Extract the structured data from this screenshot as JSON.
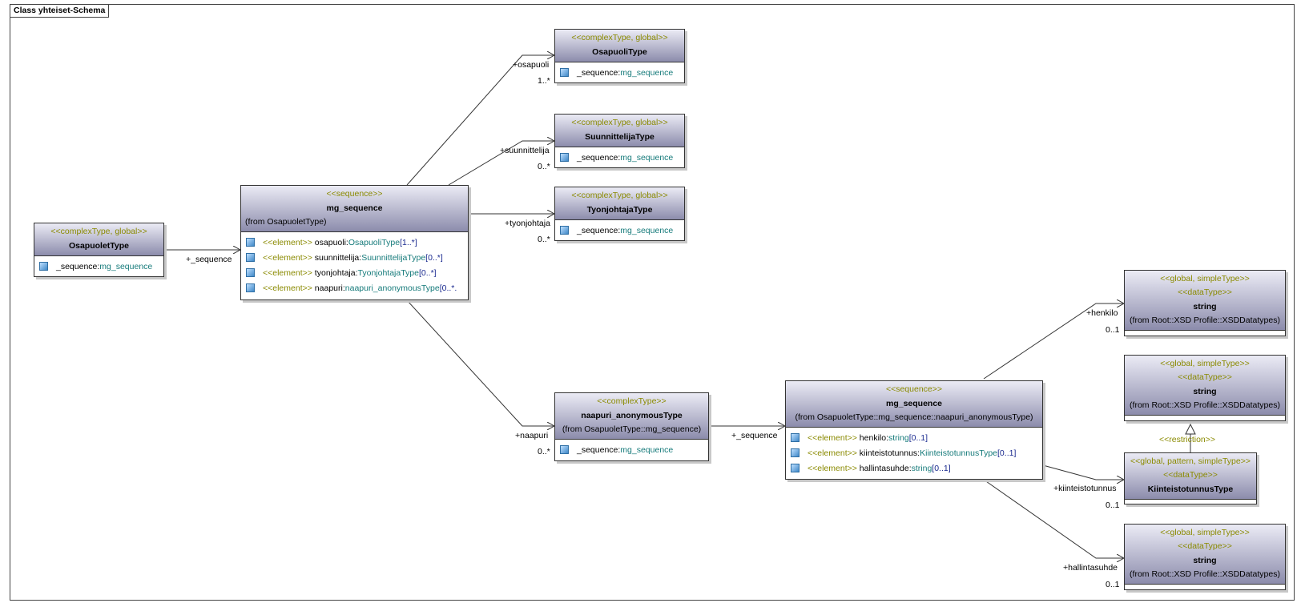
{
  "frame": {
    "title": "Class yhteiset-Schema"
  },
  "classes": {
    "osapuolet": {
      "stereotype": "<<complexType, global>>",
      "name": "OsapuoletType",
      "attrs": [
        {
          "pre": "_sequence:",
          "type": "mg_sequence"
        }
      ]
    },
    "mg_sequence_1": {
      "stereotype": "<<sequence>>",
      "name": "mg_sequence",
      "from": "(from OsapuoletType)",
      "attrs": [
        {
          "st": "<<element>>",
          "pre": " osapuoli:",
          "type": "OsapuoliType",
          "mult": "[1..*]"
        },
        {
          "st": "<<element>>",
          "pre": " suunnittelija:",
          "type": "SuunnittelijaType",
          "mult": "[0..*]"
        },
        {
          "st": "<<element>>",
          "pre": " tyonjohtaja:",
          "type": "TyonjohtajaType",
          "mult": "[0..*]"
        },
        {
          "st": "<<element>>",
          "pre": " naapuri:",
          "type": "naapuri_anonymousType",
          "mult": "[0..*."
        }
      ]
    },
    "osapuoli": {
      "stereotype": "<<complexType, global>>",
      "name": "OsapuoliType",
      "attrs": [
        {
          "pre": "_sequence:",
          "type": "mg_sequence"
        }
      ]
    },
    "suunnittelija": {
      "stereotype": "<<complexType, global>>",
      "name": "SuunnittelijaType",
      "attrs": [
        {
          "pre": "_sequence:",
          "type": "mg_sequence"
        }
      ]
    },
    "tyonjohtaja": {
      "stereotype": "<<complexType, global>>",
      "name": "TyonjohtajaType",
      "attrs": [
        {
          "pre": "_sequence:",
          "type": "mg_sequence"
        }
      ]
    },
    "naapuri": {
      "stereotype": "<<complexType>>",
      "name": "naapuri_anonymousType",
      "from": "(from OsapuoletType::mg_sequence)",
      "attrs": [
        {
          "pre": "_sequence:",
          "type": "mg_sequence"
        }
      ]
    },
    "mg_sequence_2": {
      "stereotype": "<<sequence>>",
      "name": "mg_sequence",
      "from": "(from OsapuoletType::mg_sequence::naapuri_anonymousType)",
      "attrs": [
        {
          "st": "<<element>>",
          "pre": " henkilo:",
          "type": "string",
          "mult": "[0..1]"
        },
        {
          "st": "<<element>>",
          "pre": " kiinteistotunnus:",
          "type": "KiinteistotunnusType",
          "mult": "[0..1]"
        },
        {
          "st": "<<element>>",
          "pre": " hallintasuhde:",
          "type": "string",
          "mult": "[0..1]"
        }
      ]
    },
    "string_1": {
      "stereotype": "<<global, simpleType>>",
      "stereotype2": "<<dataType>>",
      "name": "string",
      "from": "(from Root::XSD Profile::XSDDatatypes)"
    },
    "string_2": {
      "stereotype": "<<global, simpleType>>",
      "stereotype2": "<<dataType>>",
      "name": "string",
      "from": "(from Root::XSD Profile::XSDDatatypes)"
    },
    "kiinteisto": {
      "stereotype": "<<global, pattern, simpleType>>",
      "stereotype2": "<<dataType>>",
      "name": "KiinteistotunnusType"
    },
    "string_3": {
      "stereotype": "<<global, simpleType>>",
      "stereotype2": "<<dataType>>",
      "name": "string",
      "from": "(from Root::XSD Profile::XSDDatatypes)"
    }
  },
  "links": {
    "seq1": {
      "role": "+_sequence"
    },
    "osapuoli": {
      "role": "+osapuoli",
      "mult": "1..*"
    },
    "suunnittelija": {
      "role": "+suunnittelija",
      "mult": "0..*"
    },
    "tyonjohtaja": {
      "role": "+tyonjohtaja",
      "mult": "0..*"
    },
    "naapuri": {
      "role": "+naapuri",
      "mult": "0..*"
    },
    "seq2": {
      "role": "+_sequence"
    },
    "henkilo": {
      "role": "+henkilo",
      "mult": "0..1"
    },
    "kiinteistotunnus": {
      "role": "+kiinteistotunnus",
      "mult": "0..1"
    },
    "hallintasuhde": {
      "role": "+hallintasuhde",
      "mult": "0..1"
    },
    "restriction": {
      "label": "<<restriction>>"
    }
  }
}
